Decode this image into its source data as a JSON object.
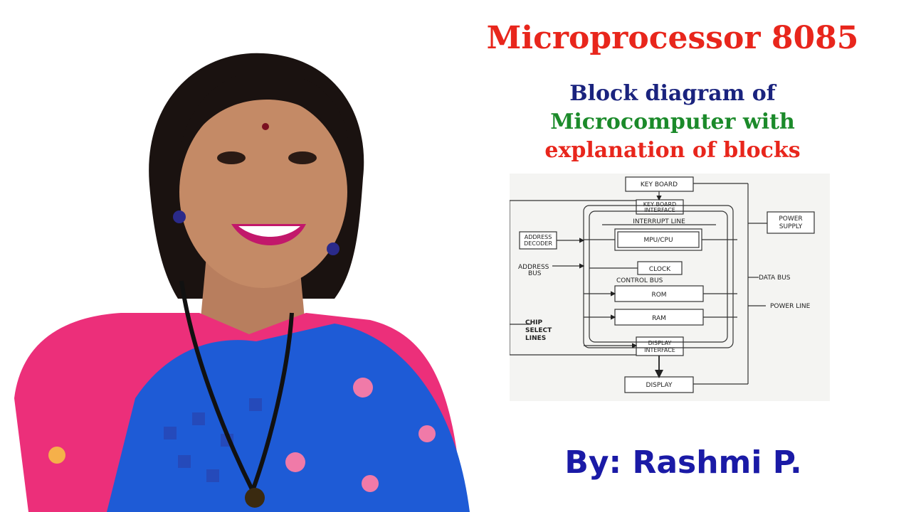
{
  "title": "Microprocessor 8085",
  "subtitle": {
    "line1": "Block diagram of",
    "line2": "Microcomputer with",
    "line3": "explanation of blocks"
  },
  "author": "By: Rashmi P.",
  "diagram": {
    "keyboard": "KEY BOARD",
    "keyboard_interface_1": "KEY BOARD",
    "keyboard_interface_2": "INTERFACE",
    "interrupt_line": "INTERRUPT LINE",
    "mpu": "MPU/CPU",
    "address_decoder_1": "ADDRESS",
    "address_decoder_2": "DECODER",
    "address_bus_1": "ADDRESS",
    "address_bus_2": "BUS",
    "clock": "CLOCK",
    "control_bus": "CONTROL BUS",
    "rom": "ROM",
    "ram": "RAM",
    "chip_select_1": "CHIP",
    "chip_select_2": "SELECT",
    "chip_select_3": "LINES",
    "display_interface_1": "DISPLAY",
    "display_interface_2": "INTERFACE",
    "display": "DISPLAY",
    "power_supply_1": "POWER",
    "power_supply_2": "SUPPLY",
    "data_bus": "DATA BUS",
    "power_line": "POWER LINE"
  },
  "colors": {
    "title": "#e8261c",
    "subtitle_line1": "#1a237e",
    "subtitle_line2": "#1b8a2a",
    "subtitle_line3": "#e8261c",
    "author": "#1a1aa6",
    "saree_blue": "#1e5bd6",
    "blouse_pink": "#ec2f7a"
  }
}
